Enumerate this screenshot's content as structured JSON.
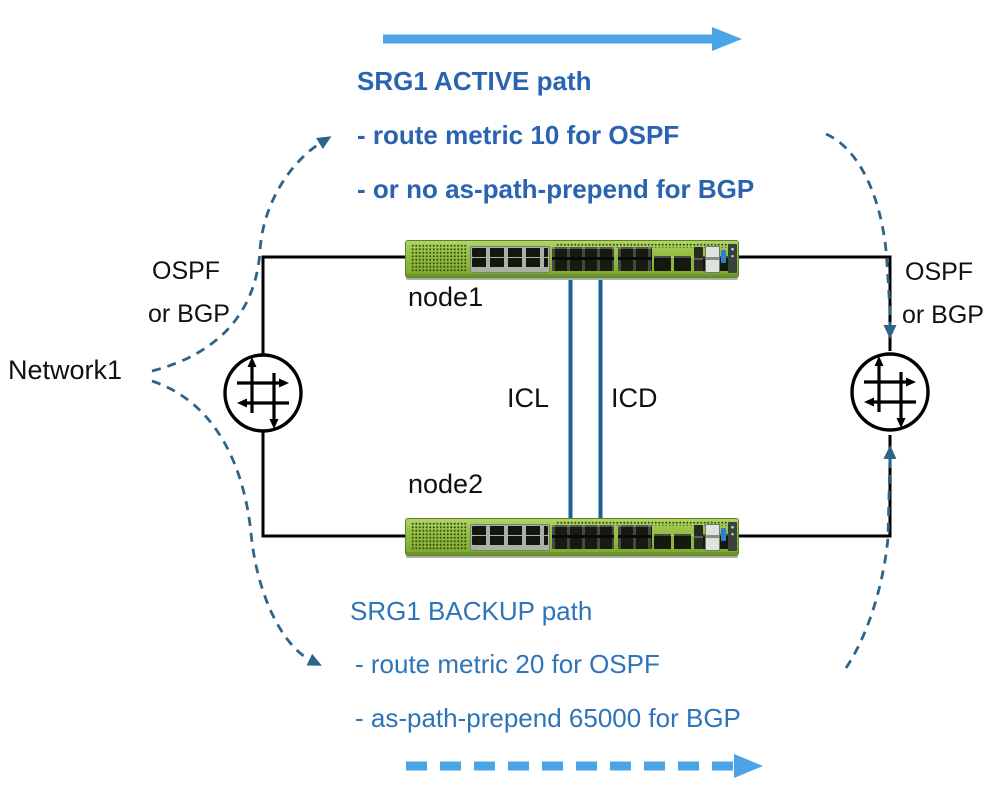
{
  "colors": {
    "active_text": "#2a64b1",
    "backup_text": "#2e74b8",
    "light_blue": "#4ba3e8",
    "dashed_teal": "#2e6488",
    "icl_line": "#1e5d96",
    "switch_green": "#8db63c"
  },
  "active_path": {
    "title": "SRG1 ACTIVE path",
    "bullet1": "- route metric 10 for OSPF",
    "bullet2": "- or no as-path-prepend for BGP"
  },
  "backup_path": {
    "title": "SRG1 BACKUP path",
    "bullet1": "- route metric 20 for OSPF",
    "bullet2": "- as-path-prepend 65000 for BGP"
  },
  "network": {
    "label": "Network1"
  },
  "left_link": {
    "line1": "OSPF",
    "line2": "or BGP"
  },
  "right_link": {
    "line1": "OSPF",
    "line2": "or BGP"
  },
  "nodes": {
    "node1": "node1",
    "node2": "node2"
  },
  "links": {
    "icl": "ICL",
    "icd": "ICD"
  },
  "icons": {
    "router": "circle-four-arrows-router",
    "active_arrow": "solid-right-arrow",
    "backup_arrow": "dashed-right-arrow",
    "hint_arrow": "dashed-curve-arrow"
  }
}
